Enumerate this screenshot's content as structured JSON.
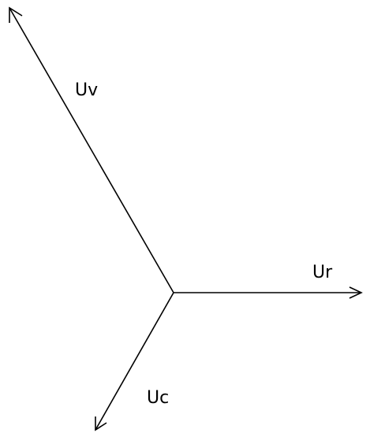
{
  "diagram": {
    "vectors": [
      {
        "label": "Uv"
      },
      {
        "label": "Ur"
      },
      {
        "label": "Uc"
      }
    ]
  }
}
